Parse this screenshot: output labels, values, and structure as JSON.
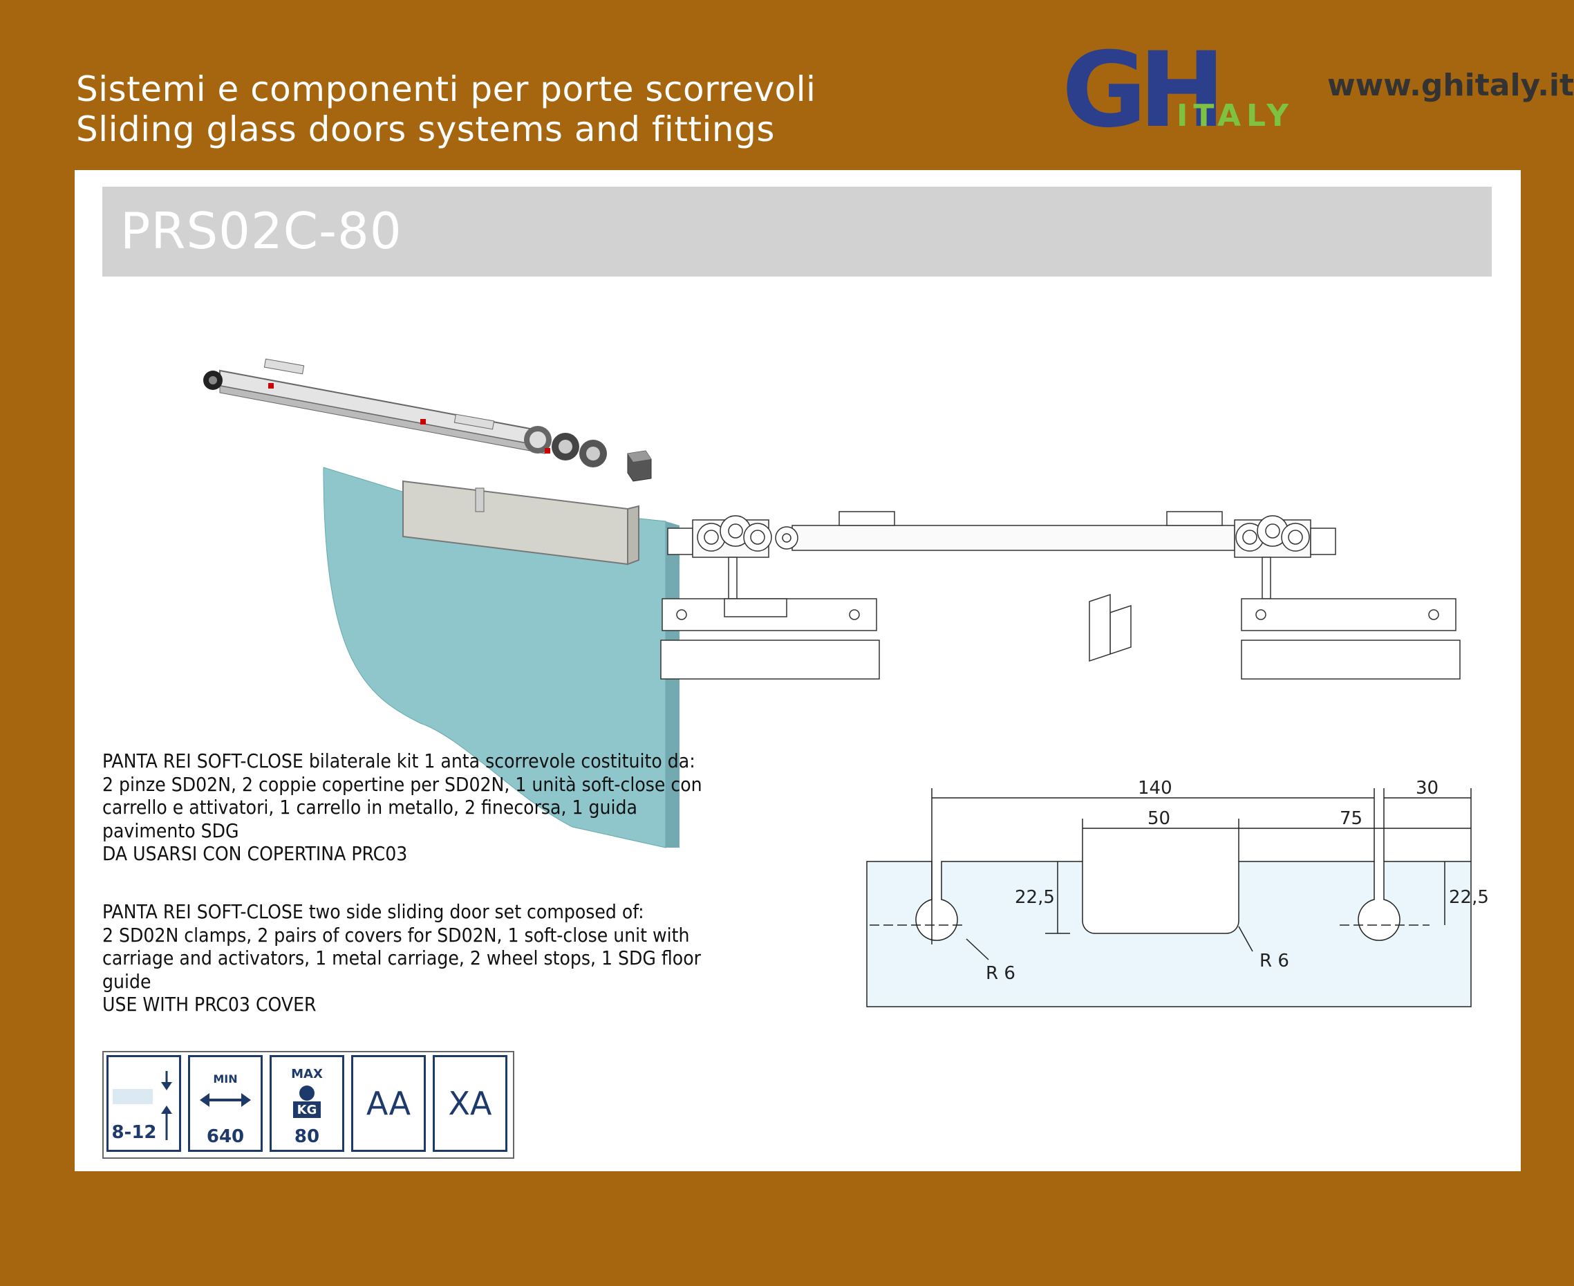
{
  "header": {
    "line_it": "Sistemi e componenti per porte scorrevoli",
    "line_en": "Sliding glass doors systems and fittings",
    "website": "www.ghitaly.it"
  },
  "logo": {
    "letters": "GH",
    "sub": "ITALY",
    "colors": {
      "gh": "#2b3f8c",
      "italy": "#7dc241"
    }
  },
  "product": {
    "code": "PRS02C-80"
  },
  "description_it": [
    "PANTA REI SOFT-CLOSE bilaterale  kit 1 anta scorrevole costituito da:",
    "2 pinze SD02N, 2 coppie copertine per SD02N, 1 unità soft-close con",
    "carrello e attivatori, 1 carrello in metallo, 2 finecorsa, 1 guida",
    "pavimento SDG",
    "DA USARSI CON COPERTINA PRC03"
  ],
  "description_en": [
    "PANTA REI SOFT-CLOSE two side sliding door set composed of:",
    "2 SD02N clamps, 2 pairs of covers for SD02N, 1 soft-close unit with",
    "carriage and activators, 1 metal carriage, 2 wheel stops, 1 SDG floor",
    "guide",
    "USE WITH PRC03 COVER"
  ],
  "spec_icons": [
    {
      "name": "glass-thickness-icon",
      "value": "8-12"
    },
    {
      "name": "min-width-icon",
      "label": "MIN",
      "value": "640"
    },
    {
      "name": "max-weight-icon",
      "label": "MAX",
      "unit": "KG",
      "value": "80"
    },
    {
      "name": "finish-aa-icon",
      "value": "AA"
    },
    {
      "name": "finish-xa-icon",
      "value": "XA"
    }
  ],
  "dimensions": {
    "d140": "140",
    "d30": "30",
    "d50": "50",
    "d75": "75",
    "h_left": "22,5",
    "h_right": "22,5",
    "r_left": "R 6",
    "r_right": "R 6"
  },
  "colors": {
    "background": "#a5660f",
    "title_bar": "#d2d2d2",
    "glass": "#8ec6cc",
    "icon_blue": "#1d3a6b",
    "drawing_fill": "#eaf6fb"
  }
}
